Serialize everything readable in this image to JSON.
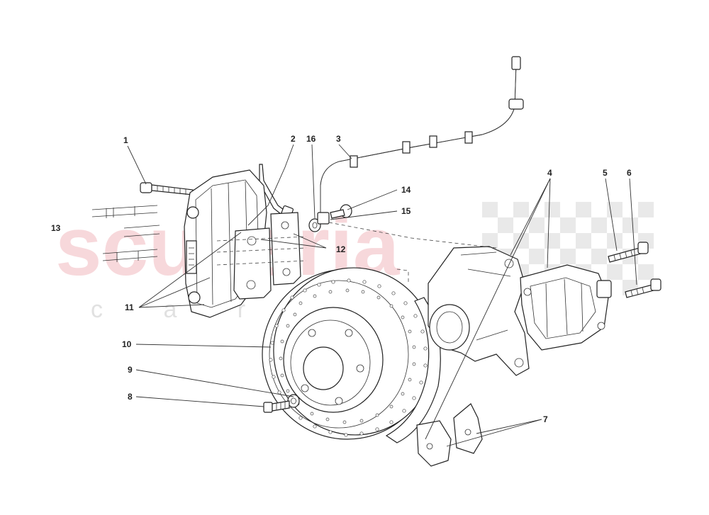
{
  "watermark": {
    "brand": "scuderia",
    "sub": "c a r p a r t s"
  },
  "callouts": [
    {
      "id": "1",
      "label": "1"
    },
    {
      "id": "2",
      "label": "2"
    },
    {
      "id": "3",
      "label": "3"
    },
    {
      "id": "4",
      "label": "4"
    },
    {
      "id": "5",
      "label": "5"
    },
    {
      "id": "6",
      "label": "6"
    },
    {
      "id": "7",
      "label": "7"
    },
    {
      "id": "8",
      "label": "8"
    },
    {
      "id": "9",
      "label": "9"
    },
    {
      "id": "10",
      "label": "10"
    },
    {
      "id": "11",
      "label": "11"
    },
    {
      "id": "12",
      "label": "12"
    },
    {
      "id": "13",
      "label": "13"
    },
    {
      "id": "14",
      "label": "14"
    },
    {
      "id": "15",
      "label": "15"
    },
    {
      "id": "16",
      "label": "16"
    }
  ],
  "colors": {
    "watermark_red": "#f2b9bf",
    "watermark_grey": "#bdbdbd",
    "line": "#222222"
  }
}
